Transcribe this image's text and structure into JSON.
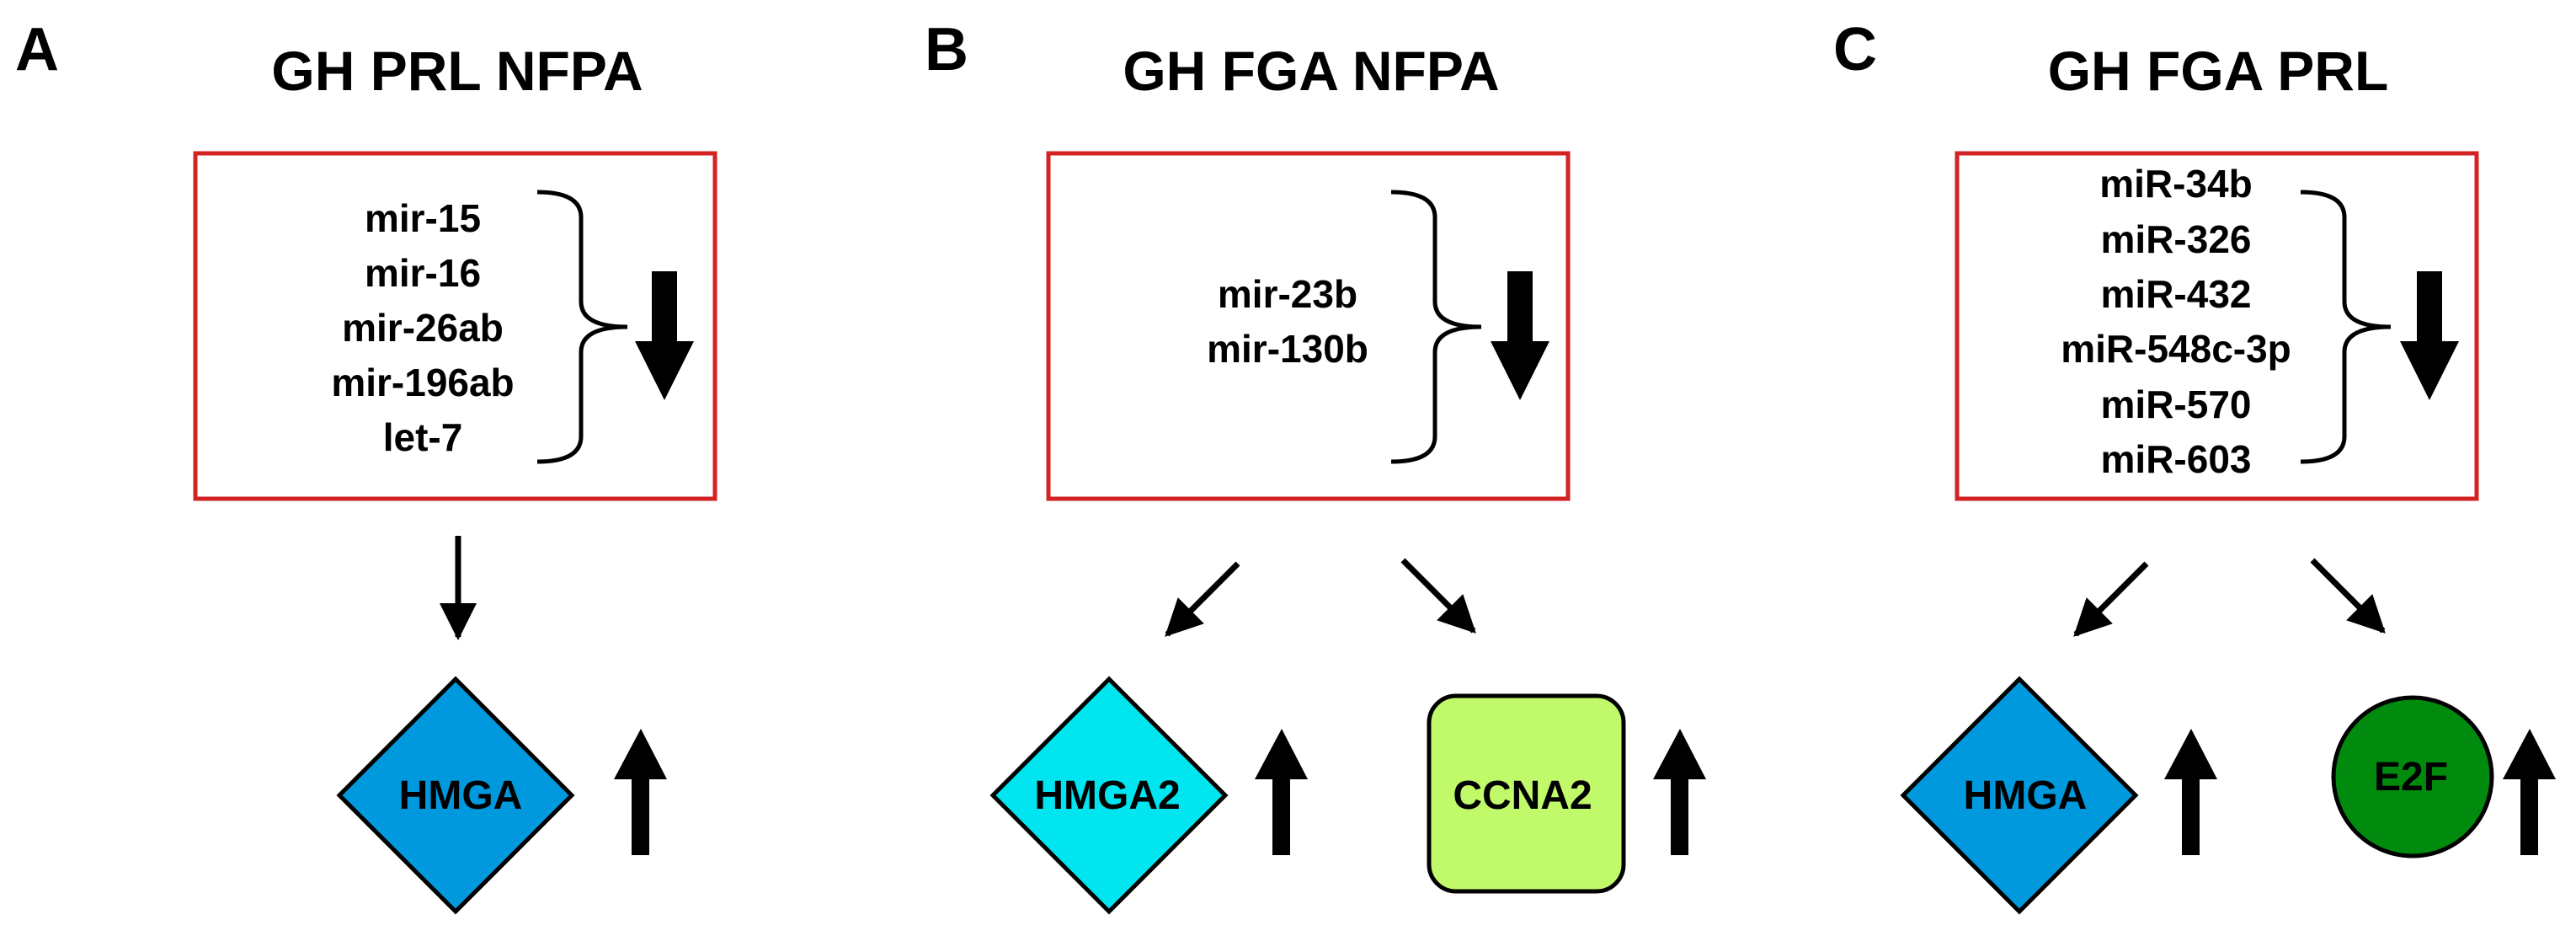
{
  "panels": [
    {
      "letter": "A",
      "title": "GH PRL NFPA",
      "mirnas": [
        "mir-15",
        "mir-16",
        "mir-26ab",
        "mir-196ab",
        "let-7"
      ],
      "mirna_trend": "down",
      "targets": [
        {
          "label": "HMGA",
          "shape": "diamond",
          "color": "#0099dd",
          "trend": "up"
        }
      ]
    },
    {
      "letter": "B",
      "title": "GH FGA NFPA",
      "mirnas": [
        "mir-23b",
        "mir-130b"
      ],
      "mirna_trend": "down",
      "targets": [
        {
          "label": "HMGA2",
          "shape": "diamond",
          "color": "#00e5f0",
          "trend": "up"
        },
        {
          "label": "CCNA2",
          "shape": "rounded-rect",
          "color": "#c0fa6a",
          "trend": "up"
        }
      ]
    },
    {
      "letter": "C",
      "title": "GH FGA PRL",
      "mirnas": [
        "miR-34b",
        "miR-326",
        "miR-432",
        "miR-548c-3p",
        "miR-570",
        "miR-603"
      ],
      "mirna_trend": "down",
      "targets": [
        {
          "label": "HMGA",
          "shape": "diamond",
          "color": "#0099dd",
          "trend": "up"
        },
        {
          "label": "E2F",
          "shape": "circle",
          "color": "#008a0e",
          "trend": "up"
        }
      ]
    }
  ],
  "colors": {
    "box_border": "#d22222",
    "ink": "#000000"
  }
}
